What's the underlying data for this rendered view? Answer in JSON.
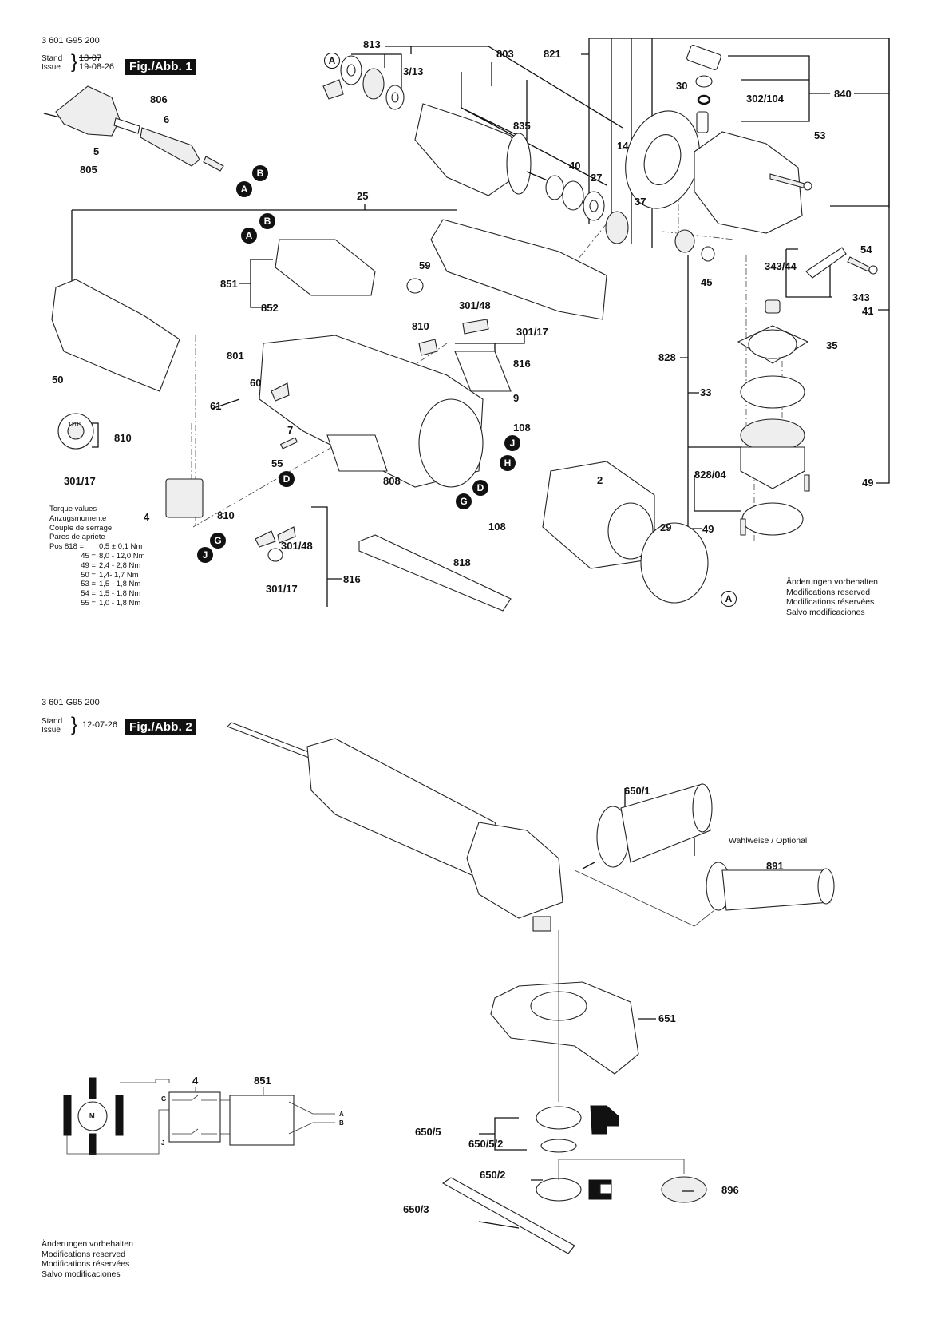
{
  "document": {
    "part_number": "3 601 G95 200",
    "stand_label": "Stand",
    "issue_label": "Issue"
  },
  "figure1": {
    "badge": "Fig./Abb. 1",
    "old_date": "18-07",
    "date": "19-08-26",
    "labels": {
      "p813": "813",
      "p803": "803",
      "p821": "821",
      "p3_13": "3/13",
      "p835": "835",
      "p30": "30",
      "p840": "840",
      "p302_104": "302/104",
      "p53": "53",
      "p40": "40",
      "p27": "27",
      "p14": "14",
      "p37": "37",
      "p806": "806",
      "p6": "6",
      "p5": "5",
      "p805": "805",
      "p25": "25",
      "p851": "851",
      "p852": "852",
      "p59": "59",
      "p301_48a": "301/48",
      "p301_17a": "301/17",
      "p810a": "810",
      "p816a": "816",
      "p801": "801",
      "p50": "50",
      "p60": "60",
      "p61": "61",
      "p9": "9",
      "p810b": "810",
      "p301_17b": "301/17",
      "p120deg": "120°",
      "p7": "7",
      "p55": "55",
      "p108a": "108",
      "p2": "2",
      "p808": "808",
      "p108b": "108",
      "p4": "4",
      "p810c": "810",
      "p301_48b": "301/48",
      "p301_17c": "301/17",
      "p816b": "816",
      "p818": "818",
      "p29": "29",
      "p54": "54",
      "p343_44": "343/44",
      "p45": "45",
      "p343": "343",
      "p41": "41",
      "p35": "35",
      "p828": "828",
      "p33": "33",
      "p828_04": "828/04",
      "p49a": "49",
      "p49b": "49"
    },
    "connectors": {
      "A1": "A",
      "A2": "A",
      "B1": "B",
      "A3": "A",
      "B2": "B",
      "D1": "D",
      "D2": "D",
      "G1": "G",
      "G2": "G",
      "J1": "J",
      "J2": "J",
      "H1": "H",
      "A4": "A"
    },
    "torque": {
      "titles": [
        "Torque values",
        "Anzugsmomente",
        "Couple de serrage",
        "Pares de apriete"
      ],
      "rows": [
        {
          "pos": "Pos 818 =",
          "value": "0,5 ± 0,1 Nm"
        },
        {
          "pos": "45 =",
          "value": "8,0 - 12,0 Nm"
        },
        {
          "pos": "49 =",
          "value": "2,4 - 2,8 Nm"
        },
        {
          "pos": "50 =",
          "value": "1,4- 1,7 Nm"
        },
        {
          "pos": "53 =",
          "value": "1,5 - 1,8 Nm"
        },
        {
          "pos": "54 =",
          "value": "1,5 - 1,8 Nm"
        },
        {
          "pos": "55 =",
          "value": "1,0 - 1,8 Nm"
        }
      ]
    },
    "modifications": [
      "Änderungen vorbehalten",
      "Modifications reserved",
      "Modifications réservées",
      "Salvo modificaciones"
    ]
  },
  "figure2": {
    "badge": "Fig./Abb. 2",
    "date": "12-07-26",
    "labels": {
      "p650_1": "650/1",
      "optional": "Wahlweise / Optional",
      "p891": "891",
      "p651": "651",
      "p650_5": "650/5",
      "p650_5_2": "650/5/2",
      "p650_2": "650/2",
      "p896": "896",
      "p650_3": "650/3"
    },
    "wiring": {
      "p4": "4",
      "p851": "851",
      "motor": "M",
      "G": "G",
      "J": "J",
      "A": "A",
      "B": "B"
    },
    "modifications": [
      "Änderungen vorbehalten",
      "Modifications reserved",
      "Modifications réservées",
      "Salvo modificaciones"
    ]
  }
}
